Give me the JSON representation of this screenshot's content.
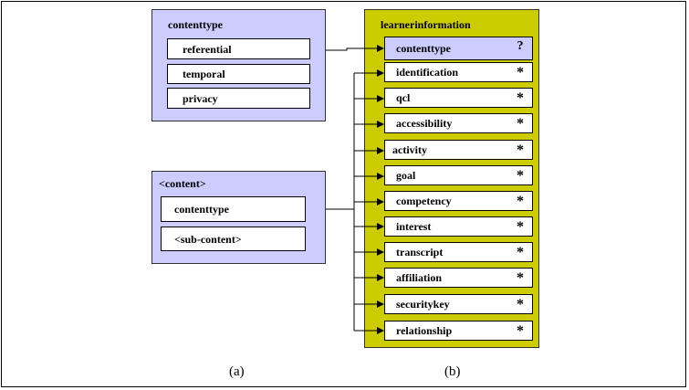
{
  "colors": {
    "lavender": "#ccccff",
    "olive": "#cccc00"
  },
  "panel_a_top": {
    "title": "contenttype",
    "items": [
      "referential",
      "temporal",
      "privacy"
    ]
  },
  "panel_a_bottom": {
    "title": "<content>",
    "items": [
      "contenttype",
      "<sub-content>"
    ]
  },
  "panel_b": {
    "title": "learnerinformation",
    "rows": [
      {
        "label": "contenttype",
        "mult": "?"
      },
      {
        "label": "identification",
        "mult": "*"
      },
      {
        "label": "qcl",
        "mult": "*"
      },
      {
        "label": "accessibility",
        "mult": "*"
      },
      {
        "label": "activity",
        "mult": "*"
      },
      {
        "label": "goal",
        "mult": "*"
      },
      {
        "label": "competency",
        "mult": "*"
      },
      {
        "label": "interest",
        "mult": "*"
      },
      {
        "label": "transcript",
        "mult": "*"
      },
      {
        "label": "affiliation",
        "mult": "*"
      },
      {
        "label": "securitykey",
        "mult": "*"
      },
      {
        "label": "relationship",
        "mult": "*"
      }
    ]
  },
  "captions": {
    "a": "(a)",
    "b": "(b)"
  }
}
